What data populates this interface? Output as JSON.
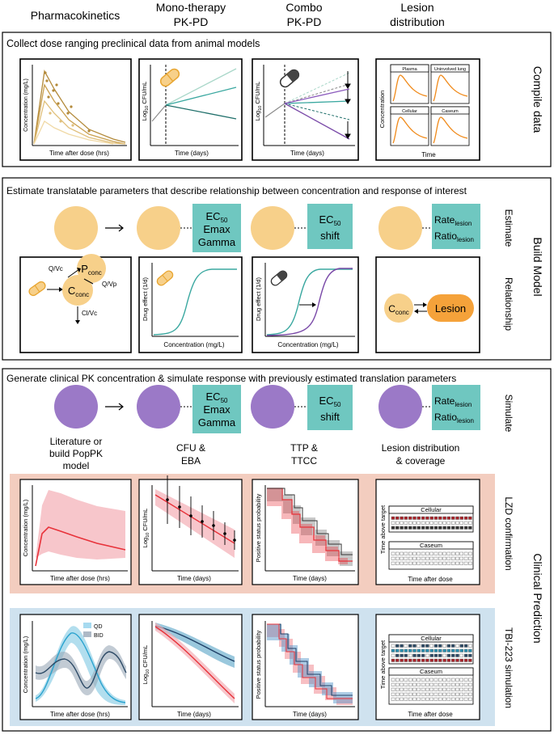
{
  "columns": [
    "Pharmacokinetics",
    "Mono-therapy\nPK-PD",
    "Combo\nPK-PD",
    "Lesion\ndistribution"
  ],
  "section1": {
    "title": "Collect dose ranging preclinical data from animal models",
    "side_label": "Compile data",
    "panel1": {
      "ylabel": "Concentration (mg/L)",
      "xlabel": "Time after dose (hrs)"
    },
    "panel2": {
      "ylabel": "Log10 CFU/mL",
      "xlabel": "Time (days)"
    },
    "panel3": {
      "ylabel": "Log10 CFU/mL",
      "xlabel": "Time (days)"
    },
    "panel4": {
      "ylabel": "Concentration",
      "xlabel": "Time",
      "sub": [
        "Plasma",
        "Uninvolved lung",
        "Cellular",
        "Caseum"
      ]
    }
  },
  "section2": {
    "title": "Estimate translatable parameters that describe relationship between concentration and response of interest",
    "side_label": "Build Model",
    "row_labels": [
      "Estimate",
      "Relationship"
    ],
    "box1": [
      "EC50",
      "Emax",
      "Gamma"
    ],
    "box2": [
      "EC50",
      "shift"
    ],
    "box3": [
      "Rate lesion",
      "Ratio lesion"
    ],
    "pk_diagram": {
      "p": "Pconc",
      "c": "Cconc",
      "qvc": "Q/Vc",
      "qvp": "Q/Vp",
      "clvc": "Cl/Vc"
    },
    "drug_ylabel": "Drug effect (1/d)",
    "drug_xlabel": "Concentration (mg/L)",
    "lesion": {
      "c": "Cconc",
      "label": "Lesion"
    }
  },
  "section3": {
    "title": "Generate clinical PK concentration & simulate response with previously estimated translation parameters",
    "side_label": "Clinical Prediction",
    "row_label": "Simulate",
    "captions": [
      "Literature or\nbuild PopPK\nmodel",
      "CFU &\nEBA",
      "TTP &\nTTCC",
      "Lesion distribution\n& coverage"
    ],
    "lzd_label": "LZD confirmation",
    "tbi_label": "TBI-223 simulation",
    "conc_ylabel": "Concentration (mg/L)",
    "conc_xlabel": "Time after dose (hrs)",
    "cfu_ylabel": "Log10 CFU/mL",
    "time_days": "Time (days)",
    "pos_ylabel": "Positive status probability",
    "tat_ylabel": "Time above target",
    "tat_xlabel": "Time after dose",
    "cellular": "Cellular",
    "caseum": "Caseum",
    "legend": [
      "QD",
      "BID"
    ]
  },
  "colors": {
    "orange": "#f7d08a",
    "lesion_orange": "#f5a23a",
    "teal": "#6fc7c0",
    "purple": "#9b79c7",
    "pink_bg": "#f3cdbf",
    "blue_bg": "#cfe2ef",
    "red": "#e8323a"
  }
}
